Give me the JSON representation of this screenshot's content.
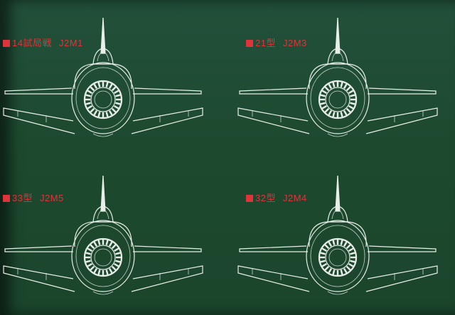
{
  "views": [
    {
      "marker": "■",
      "variant": "14試局戦",
      "designation": "J2M1"
    },
    {
      "marker": "■",
      "variant": "21型",
      "designation": "J2M3"
    },
    {
      "marker": "■",
      "variant": "33型",
      "designation": "J2M5"
    },
    {
      "marker": "■",
      "variant": "32型",
      "designation": "J2M4"
    }
  ]
}
